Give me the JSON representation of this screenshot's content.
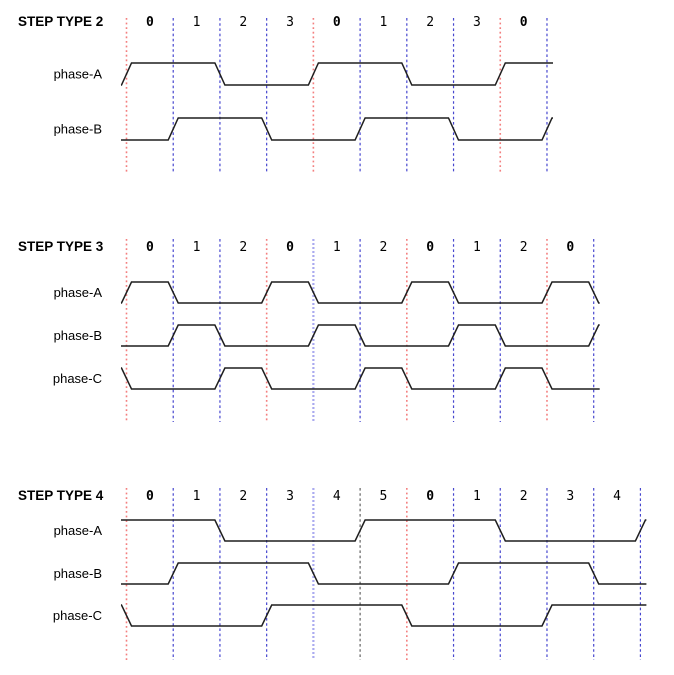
{
  "colors": {
    "trace": "#1f1f1f",
    "grid_red": "#f37f7f",
    "grid_blue": "#4747cf",
    "grid_black": "#555555",
    "grid_lightblue": "#aaaaef",
    "text": "#000000"
  },
  "chart_data": [
    {
      "type": "timing",
      "title": "STEP TYPE 2",
      "step_labels": [
        "0",
        "1",
        "2",
        "3",
        "0",
        "1",
        "2",
        "3",
        "0"
      ],
      "bold_step_indices": [
        0,
        4,
        8
      ],
      "grid_line_colors": [
        "red",
        "blue",
        "blue",
        "blue",
        "red",
        "blue",
        "blue",
        "blue",
        "red",
        "blue"
      ],
      "phases": [
        {
          "name": "phase-A",
          "prev_level": 0,
          "levels": [
            1,
            1,
            0,
            0,
            1,
            1,
            0,
            0,
            1
          ],
          "next_level": 1
        },
        {
          "name": "phase-B",
          "prev_level": 0,
          "levels": [
            0,
            1,
            1,
            0,
            0,
            1,
            1,
            0,
            0
          ],
          "next_level": 1
        }
      ]
    },
    {
      "type": "timing",
      "title": "STEP TYPE 3",
      "step_labels": [
        "0",
        "1",
        "2",
        "0",
        "1",
        "2",
        "0",
        "1",
        "2",
        "0"
      ],
      "bold_step_indices": [
        0,
        3,
        6,
        9
      ],
      "grid_line_colors": [
        "red",
        "blue",
        "blue",
        "red",
        "lightblue",
        "blue",
        "red",
        "blue",
        "blue",
        "red",
        "blue"
      ],
      "phases": [
        {
          "name": "phase-A",
          "prev_level": 0,
          "levels": [
            1,
            0,
            0,
            1,
            0,
            0,
            1,
            0,
            0,
            1
          ],
          "next_level": 0
        },
        {
          "name": "phase-B",
          "prev_level": 0,
          "levels": [
            0,
            1,
            0,
            0,
            1,
            0,
            0,
            1,
            0,
            0
          ],
          "next_level": 1
        },
        {
          "name": "phase-C",
          "prev_level": 1,
          "levels": [
            0,
            0,
            1,
            0,
            0,
            1,
            0,
            0,
            1,
            0
          ],
          "next_level": 0
        }
      ]
    },
    {
      "type": "timing",
      "title": "STEP TYPE 4",
      "step_labels": [
        "0",
        "1",
        "2",
        "3",
        "4",
        "5",
        "0",
        "1",
        "2",
        "3",
        "4"
      ],
      "bold_step_indices": [
        0,
        6
      ],
      "grid_line_colors": [
        "red",
        "blue",
        "blue",
        "blue",
        "lightblue",
        "black",
        "red",
        "blue",
        "blue",
        "blue",
        "blue",
        "blue"
      ],
      "phases": [
        {
          "name": "phase-A",
          "prev_level": 1,
          "levels": [
            1,
            1,
            0,
            0,
            0,
            1,
            1,
            1,
            0,
            0,
            0
          ],
          "next_level": 1
        },
        {
          "name": "phase-B",
          "prev_level": 0,
          "levels": [
            0,
            1,
            1,
            1,
            0,
            0,
            0,
            1,
            1,
            1,
            0
          ],
          "next_level": 0
        },
        {
          "name": "phase-C",
          "prev_level": 1,
          "levels": [
            0,
            0,
            0,
            1,
            1,
            1,
            0,
            0,
            0,
            1,
            1
          ],
          "next_level": 1
        }
      ]
    }
  ]
}
